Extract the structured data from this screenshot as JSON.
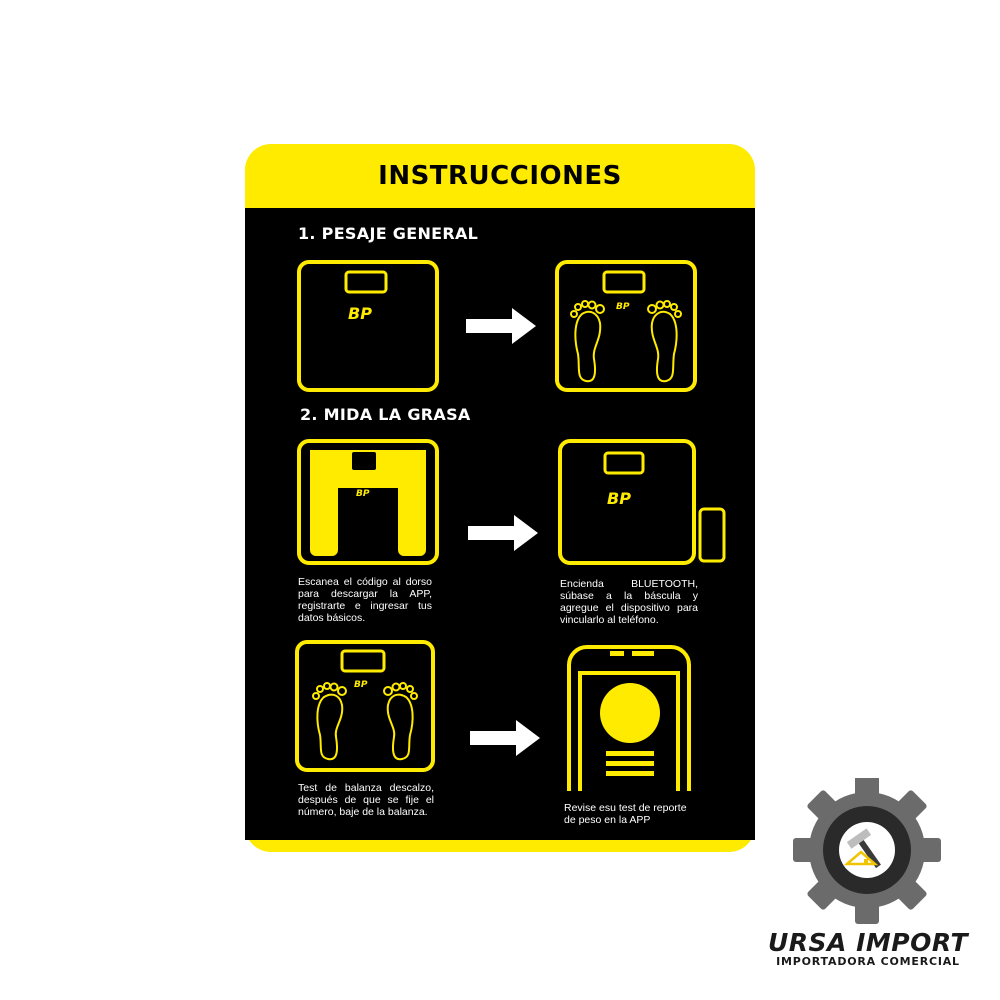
{
  "card": {
    "title": "INSTRUCCIONES",
    "accent_color": "#ffeb00",
    "background_color": "#000000"
  },
  "sections": [
    {
      "label": "1. PESAJE GENERAL"
    },
    {
      "label": "2. MIDA LA GRASA"
    }
  ],
  "brand_mark": "BP",
  "steps": [
    {
      "caption": "Escanea el código al dorso para descargar la APP, registrarte e ingresar tus datos básicos."
    },
    {
      "caption": "Encienda BLUETOOTH, súbase a la báscula y agregue el dispositivo para vincularlo al teléfono."
    },
    {
      "caption": "Test de balanza descalzo, después de que se fije el número, baje de la balanza."
    },
    {
      "caption": "Revise esu test de reporte de peso en la APP"
    }
  ],
  "icons": {
    "scale": "bathroom-scale-icon",
    "feet": "footprints-icon",
    "arrow": "arrow-right-icon",
    "phone": "smartphone-icon",
    "gear": "gear-icon",
    "hammer": "hammer-icon"
  },
  "logo": {
    "name": "URSA IMPORT",
    "tagline": "IMPORTADORA COMERCIAL",
    "gear_color": "#6b6b6b"
  }
}
